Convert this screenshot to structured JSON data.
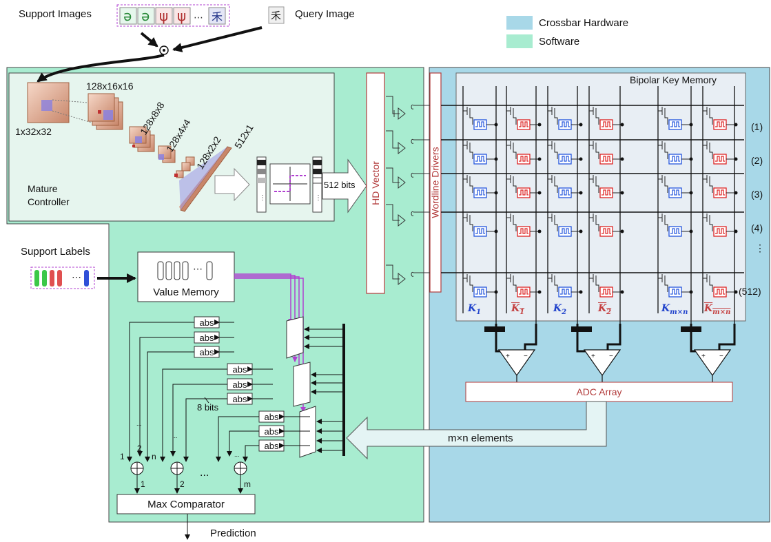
{
  "header": {
    "support_images": "Support Images",
    "query_image": "Query Image"
  },
  "legend": {
    "hardware": "Crossbar Hardware",
    "software": "Software",
    "hardware_color": "#a8d8e8",
    "software_color": "#a8ecd0"
  },
  "controller": {
    "label_line1": "Mature",
    "label_line2": "Controller",
    "dims": [
      "1x32x32",
      "128x16x16",
      "128x8x8",
      "128x4x4",
      "128x2x2",
      "512x1"
    ],
    "bits": "512 bits"
  },
  "hd_vector": "HD Vector",
  "wordline_drivers": "Wordline Drivers",
  "memory": {
    "title": "Bipolar Key Memory",
    "rows": [
      "(1)",
      "(2)",
      "(3)",
      "(4)",
      "⋮",
      "(512)"
    ],
    "keys": [
      {
        "base": "K",
        "sub": "1",
        "bar": false
      },
      {
        "base": "K",
        "sub": "1",
        "bar": true
      },
      {
        "base": "K",
        "sub": "2",
        "bar": false
      },
      {
        "base": "K",
        "sub": "2",
        "bar": true
      },
      {
        "base": "K",
        "sub": "m×n",
        "bar": false
      },
      {
        "base": "K",
        "sub": "m×n",
        "bar": true
      }
    ]
  },
  "adc": "ADC Array",
  "elements": "m×n elements",
  "support_labels": "Support Labels",
  "value_memory": "Value Memory",
  "abs_label": "abs",
  "bits8": "8 bits",
  "sum_labels": {
    "one": "1",
    "two": "2",
    "n": "n",
    "out1": "1",
    "out2": "2",
    "outm": "m",
    "dots": "..."
  },
  "max_comparator": "Max Comparator",
  "prediction": "Prediction",
  "ellipsis": "⋯"
}
